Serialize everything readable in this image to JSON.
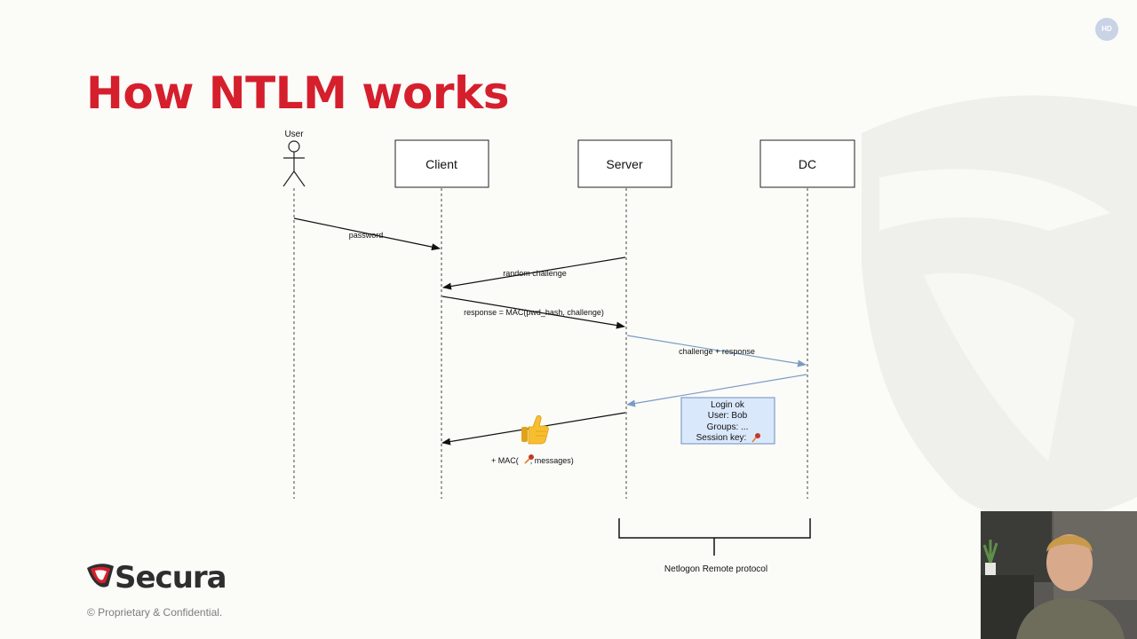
{
  "slide": {
    "title": "How NTLM works",
    "badge": "HD",
    "brand": "Secura",
    "copyright": "© Proprietary & Confidential."
  },
  "diagram": {
    "user_label": "User",
    "participants": [
      "Client",
      "Server",
      "DC"
    ],
    "messages": {
      "password": "password",
      "random_challenge": "random challenge",
      "response": "response = MAC(pwd_hash, challenge)",
      "challenge_response": "challenge + response",
      "mac_messages_prefix": "+ MAC(",
      "mac_messages_suffix": ", messages)"
    },
    "note": {
      "line1": "Login ok",
      "line2": "User: Bob",
      "line3": "Groups: ...",
      "line4": "Session key:"
    },
    "bracket_label": "Netlogon Remote protocol",
    "icons": [
      "thumbs-up-icon",
      "key-icon"
    ]
  },
  "colors": {
    "title_red": "#d51f2d",
    "note_fill": "#dae8fc",
    "note_stroke": "#6c8ebf",
    "blue_arrow": "#7a9bc6"
  }
}
